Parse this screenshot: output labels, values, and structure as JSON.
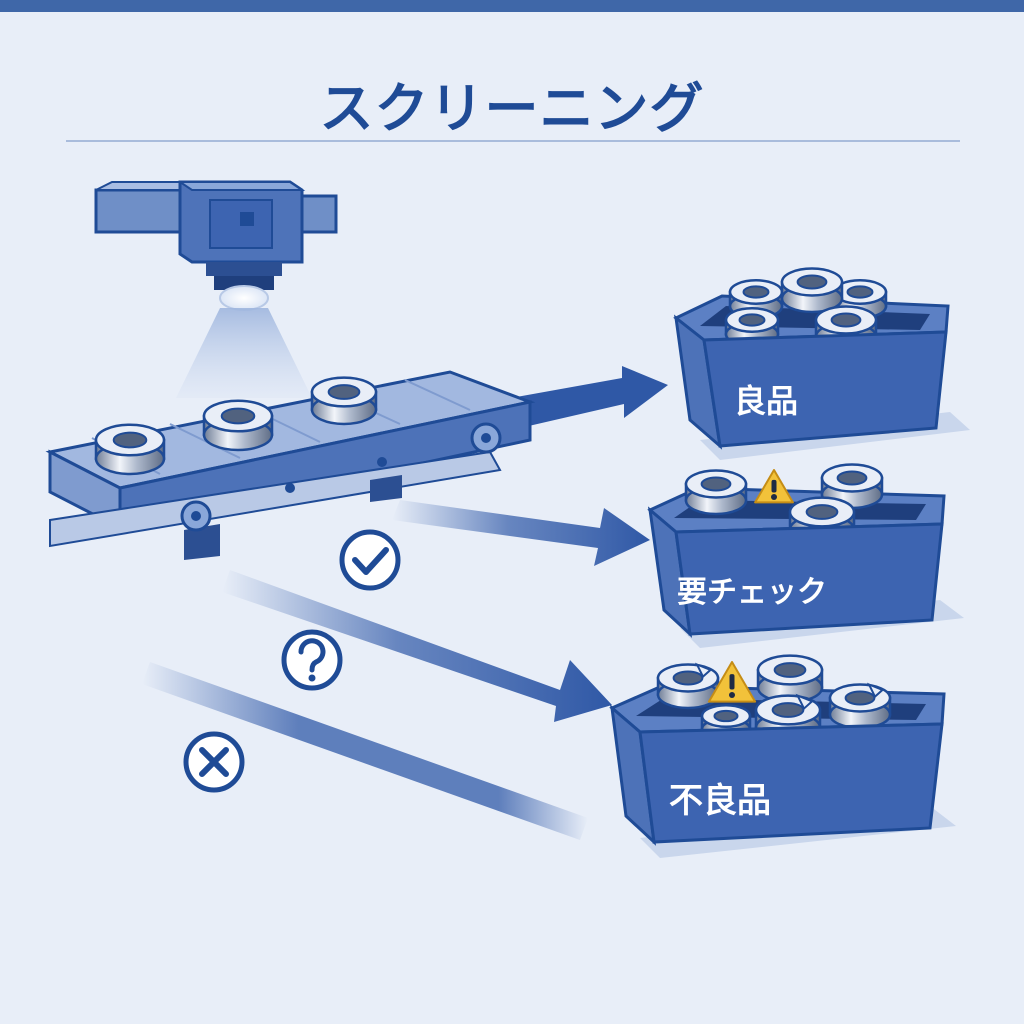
{
  "title": "スクリーニング",
  "bins": [
    {
      "label": "良品",
      "icon": "good-parts"
    },
    {
      "label": "要チェック",
      "icon": "warning-icon"
    },
    {
      "label": "不良品",
      "icon": "warning-icon"
    }
  ],
  "status_icons": [
    "check-icon",
    "question-icon",
    "cross-icon"
  ],
  "colors": {
    "background": "#e8eef8",
    "primary": "#1f4b96",
    "bin": "#3d64b1",
    "warning": "#f2c23a"
  }
}
